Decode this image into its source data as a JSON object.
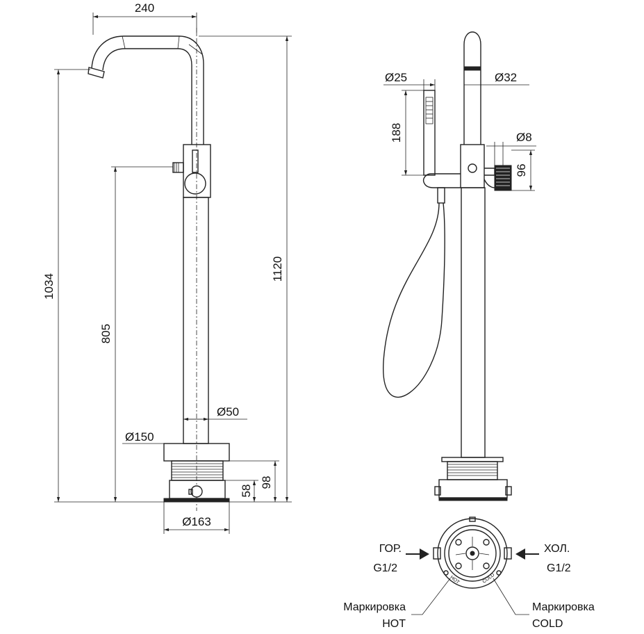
{
  "front_view": {
    "dims": {
      "width_spout": "240",
      "height_spout": "1034",
      "height_total": "1120",
      "height_handle": "805",
      "diameter_pipe": "Ø50",
      "diameter_base": "Ø150",
      "diameter_flange": "Ø163",
      "height_base_58": "58",
      "height_base_98": "98"
    }
  },
  "side_view": {
    "dims": {
      "diameter_handshower": "Ø25",
      "diameter_spout": "Ø32",
      "length_handshower": "188",
      "diameter_lever": "Ø8",
      "height_lever": "96"
    }
  },
  "plan_view": {
    "hot_label": [
      "ГОР.",
      "G1/2"
    ],
    "cold_label": [
      "ХОЛ.",
      "G1/2"
    ],
    "marking_hot": [
      "Маркировка",
      "HOT"
    ],
    "marking_cold": [
      "Маркировка",
      "COLD"
    ],
    "ring_text_hot": "HOT",
    "ring_text_cold": "COLD"
  }
}
